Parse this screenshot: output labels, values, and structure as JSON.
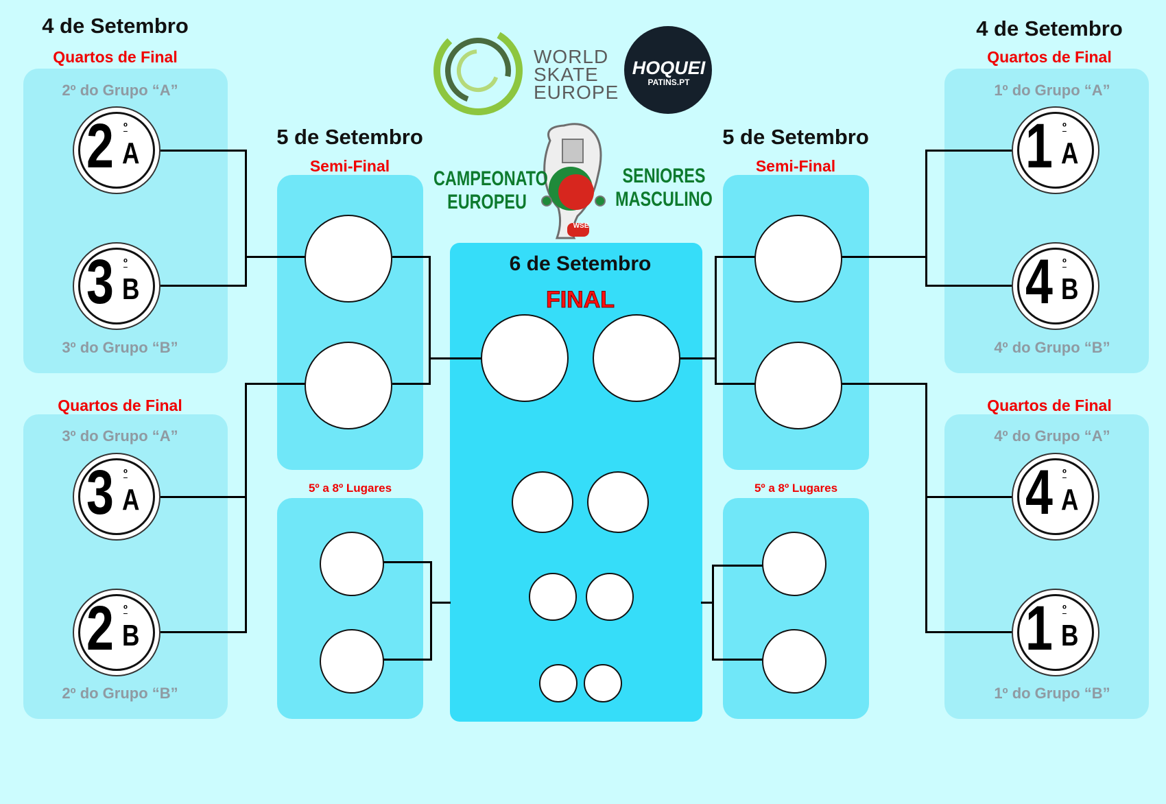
{
  "dates": {
    "qf_left": "4 de Setembro",
    "qf_right": "4 de Setembro",
    "sf_left": "5 de Setembro",
    "sf_right": "5 de Setembro",
    "final": "6 de Setembro"
  },
  "stages": {
    "qf": "Quartos de Final",
    "sf": "Semi-Final",
    "final": "FINAL",
    "placement": "5º a 8º Lugares"
  },
  "logos": {
    "wse_line1": "WORLD",
    "wse_line2": "SKATE",
    "wse_line3": "EUROPE",
    "hq_main": "HOQUEI",
    "hq_sub": "PATINS.PT",
    "champ_left_1": "CAMPEONATO",
    "champ_left_2": "EUROPEU",
    "champ_right_1": "SENIORES",
    "champ_right_2": "MASCULINO",
    "trophy_tag": "WSE",
    "colors": {
      "green": "#0d7a2d",
      "red": "#d7261e",
      "wse_green": "#8dc63f",
      "wse_dark": "#4a6b3f",
      "hq_bg": "#15202b"
    }
  },
  "quarterfinals": {
    "left_top": {
      "seed1": {
        "num": "2",
        "sup": "º",
        "letter": "A",
        "label": "2º do Grupo “A”"
      },
      "seed2": {
        "num": "3",
        "sup": "º",
        "letter": "B",
        "label": "3º do Grupo “B”"
      }
    },
    "left_bottom": {
      "seed1": {
        "num": "3",
        "sup": "º",
        "letter": "A",
        "label": "3º do Grupo “A”"
      },
      "seed2": {
        "num": "2",
        "sup": "º",
        "letter": "B",
        "label": "2º do Grupo “B”"
      }
    },
    "right_top": {
      "seed1": {
        "num": "1",
        "sup": "º",
        "letter": "A",
        "label": "1º do Grupo “A”"
      },
      "seed2": {
        "num": "4",
        "sup": "º",
        "letter": "B",
        "label": "4º do Grupo “B”"
      }
    },
    "right_bottom": {
      "seed1": {
        "num": "4",
        "sup": "º",
        "letter": "A",
        "label": "4º do Grupo “A”"
      },
      "seed2": {
        "num": "1",
        "sup": "º",
        "letter": "B",
        "label": "1º do Grupo “B”"
      }
    }
  }
}
